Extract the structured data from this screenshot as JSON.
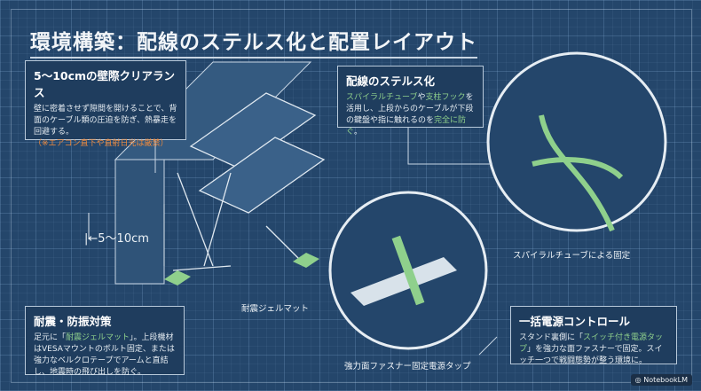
{
  "title": "環境構築：配線のステルス化と配置レイアウト",
  "clearance": {
    "heading": "5〜10cmの壁際クリアランス",
    "body": "壁に密着させず隙間を開けることで、背面のケーブル類の圧迫を防ぎ、熱暴走を回避する。",
    "warning": "（※エアコン直下や直射日光は厳禁）",
    "dimension": "|←5〜10cm"
  },
  "stealth": {
    "heading": "配線のステルス化",
    "hl1": "スパイラルチューブ",
    "t1": "や",
    "hl2": "支柱フック",
    "t2": "を活用し、上段からのケーブルが下段の鍵盤や指に触れるのを",
    "hl3": "完全に防ぐ",
    "t3": "。"
  },
  "spiral_label": "スパイラルチューブによる固定",
  "gel_label": "耐震ジェルマット",
  "fastener_label": "強力面ファスナー固定電源タップ",
  "quake": {
    "heading": "耐震・防振対策",
    "t1": "足元に「",
    "hl": "耐震ジェルマット",
    "t2": "」。上段機材はVESAマウントのボルト固定、または強力なベルクロテープでアームと直結し、地震時の飛び出しを防ぐ。"
  },
  "power": {
    "heading": "一括電源コントロール",
    "t1": "スタンド裏側に「",
    "hl": "スイッチ付き電源タップ",
    "t2": "」を強力な面ファスナーで固定。スイッチ一つで戦闘態勢が整う環境に。"
  },
  "credit": "NotebookLM",
  "colors": {
    "background": "#24466b",
    "accent_green": "#8fd08c",
    "warning_orange": "#f08a3c"
  }
}
